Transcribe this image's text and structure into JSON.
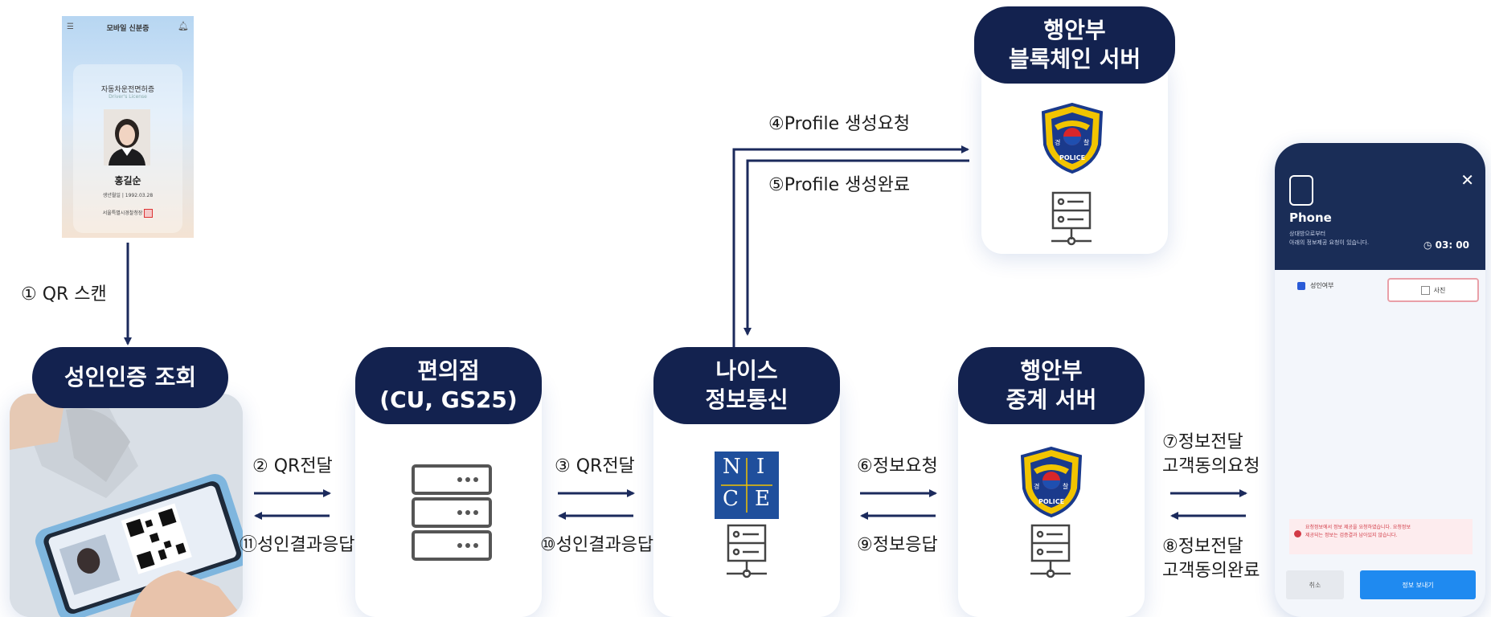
{
  "idcard": {
    "header": "모바일 신분증",
    "card_title": "자동차운전면허증",
    "card_subtitle": "Driver's License",
    "name": "홍길순",
    "dob_label": "생년월일",
    "dob_value": "1992.03.28",
    "issuer": "서울특별시경찰청장"
  },
  "steps": {
    "s1": "① QR 스캔",
    "s2": "② QR전달",
    "s3": "③ QR전달",
    "s4": "④Profile  생성요청",
    "s5": "⑤Profile  생성완료",
    "s6": "⑥정보요청",
    "s7": "⑦정보전달\n고객동의요청",
    "s8": "⑧정보전달\n고객동의완료",
    "s9": "⑨정보응답",
    "s10": "⑩성인결과응답",
    "s11": "⑪성인결과응답"
  },
  "nodes": {
    "adult": "성인인증 조회",
    "store": "편의점\n(CU, GS25)",
    "nice": "나이스\n정보통신",
    "relay": "행안부\n중계 서버",
    "blockchain": "행안부\n블록체인 서버"
  },
  "logos": {
    "nice_letters": [
      "N",
      "I",
      "C",
      "E"
    ],
    "police_text": "POLICE",
    "police_chars": [
      "경",
      "찰"
    ]
  },
  "phone": {
    "title": "Phone",
    "desc": "상대방으로부터\n아래의 정보제공 요청이 있습니다.",
    "timer": "03: 00",
    "option1": "성인여부",
    "option2": "사진",
    "warning": "요청정보에서 정보 제공을 요청하였습니다. 요청정보\n제공되는 정보는 검증결과 남아있지 않습니다.",
    "cancel": "취소",
    "send": "정보 보내기"
  },
  "colors": {
    "navy": "#13224f",
    "arrow": "#1b2a5c",
    "nice_blue": "#1f4f9c",
    "phone_header": "#1a2d57",
    "send_blue": "#1f8af0"
  }
}
